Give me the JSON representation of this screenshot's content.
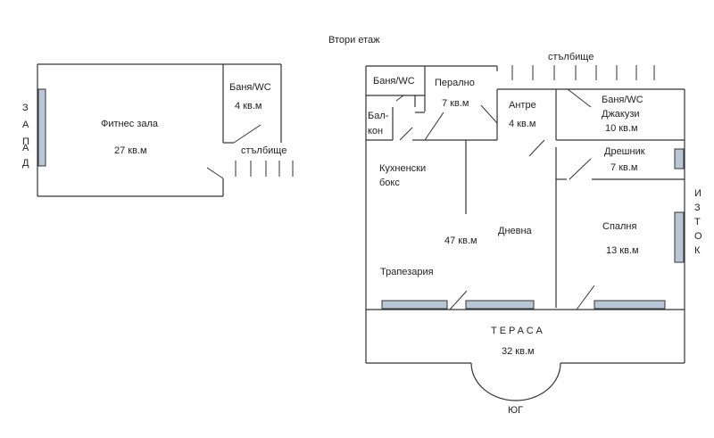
{
  "title": "Втори етаж",
  "directions": {
    "west": "ЗАПАД",
    "east": "ИЗТОК",
    "south": "ЮГ"
  },
  "left_building": {
    "gym": {
      "name": "Фитнес зала",
      "area": "27 кв.м"
    },
    "bath": {
      "name": "Баня/WC",
      "area": "4 кв.м"
    },
    "stairs": "стълбище"
  },
  "right_building": {
    "bath_small": {
      "name": "Баня/WC"
    },
    "laundry": {
      "name": "Перално",
      "area": "7 кв.м"
    },
    "balcony": {
      "name_line1": "Бал-",
      "name_line2": "кон"
    },
    "hall": {
      "name": "Антре",
      "area": "4 кв.м"
    },
    "bath_jacuzzi": {
      "name_line1": "Баня/WC",
      "name_line2": "Джакузи",
      "area": "10 кв.м"
    },
    "wardrobe": {
      "name": "Дрешник",
      "area": "7 кв.м"
    },
    "kitchen": {
      "name_line1": "Кухненски",
      "name_line2": "бокс"
    },
    "living": {
      "name": "Дневна",
      "area": "47 кв.м"
    },
    "dining": {
      "name": "Трапезария"
    },
    "bedroom": {
      "name": "Спалня",
      "area": "13 кв.м"
    },
    "terrace": {
      "name": "ТЕРАСА",
      "area": "32 кв.м"
    },
    "stairs": "стълбище"
  }
}
